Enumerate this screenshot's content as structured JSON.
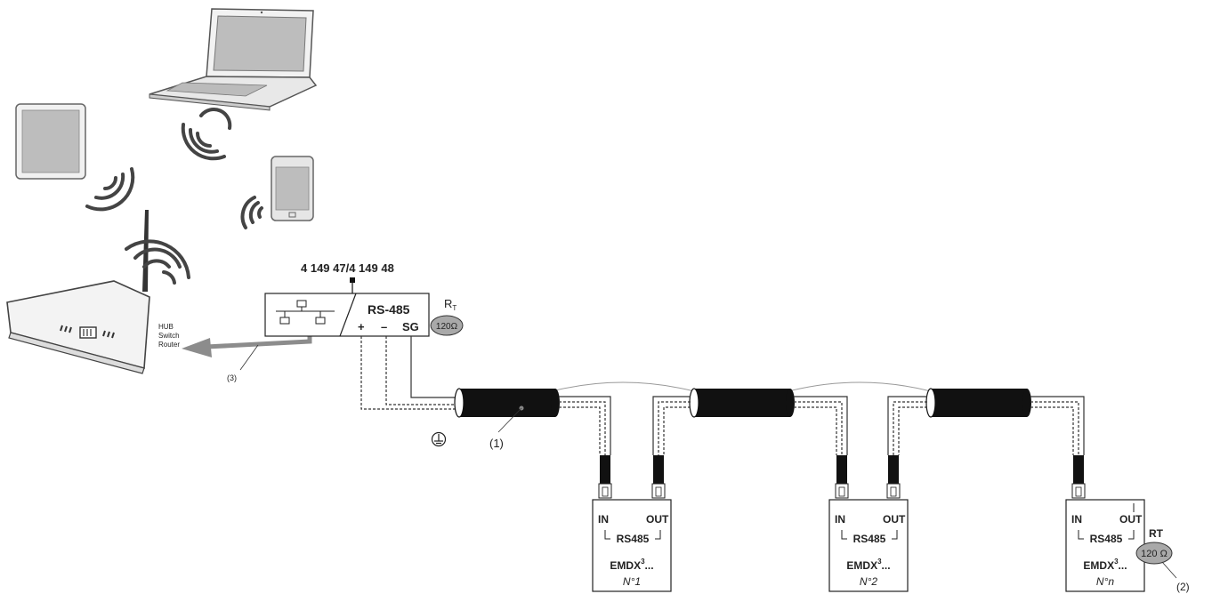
{
  "gateway": {
    "part_number": "4 149 47/4 149 48",
    "bus_label": "RS-485",
    "term_plus": "+",
    "term_minus": "–",
    "term_sg": "SG",
    "resistor_label": "R",
    "resistor_subscript": "T",
    "resistor_value": "120Ω"
  },
  "router": {
    "line1": "HUB",
    "line2": "Switch",
    "line3": "Router"
  },
  "callouts": {
    "ethernet": "(3)",
    "cable": "(1)",
    "end_resistor": "(2)"
  },
  "devices": [
    {
      "in_label": "IN",
      "out_label": "OUT",
      "bus_label": "RS485",
      "model": "EMDX",
      "model_sup": "3",
      "model_suffix": "...",
      "number": "N°1"
    },
    {
      "in_label": "IN",
      "out_label": "OUT",
      "bus_label": "RS485",
      "model": "EMDX",
      "model_sup": "3",
      "model_suffix": "...",
      "number": "N°2"
    },
    {
      "in_label": "IN",
      "out_label": "OUT",
      "bus_label": "RS485",
      "model": "EMDX",
      "model_sup": "3",
      "model_suffix": "...",
      "number": "N°n"
    }
  ],
  "end_terminator": {
    "label": "RT",
    "value": "120 Ω"
  },
  "icons": [
    "laptop-icon",
    "tablet-icon",
    "smartphone-icon",
    "router-icon",
    "wifi-wave-icon",
    "ground-icon",
    "network-icon"
  ],
  "colors": {
    "device_fill": "#c8c8c8",
    "cable_fill": "#111111",
    "resistor_fill": "#a9a9a9",
    "arrow": "#8c8c8c"
  }
}
